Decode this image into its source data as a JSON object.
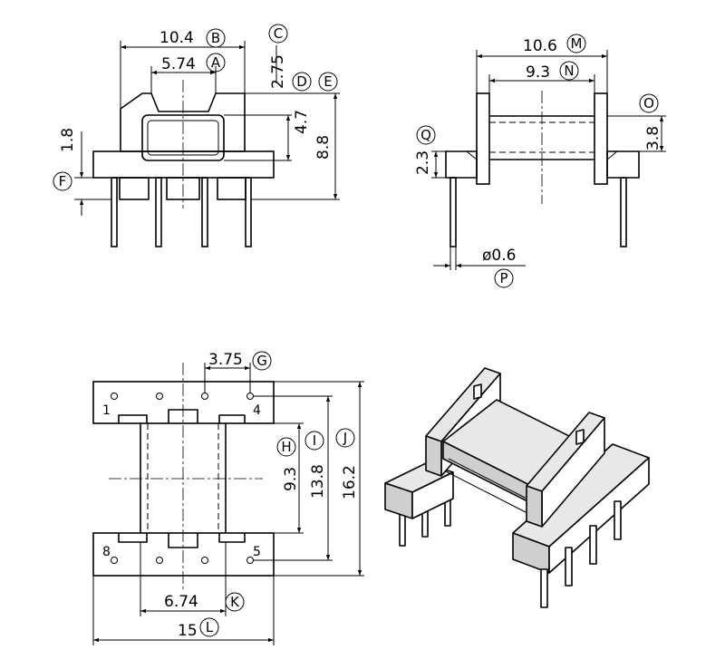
{
  "dimensions": {
    "A": "5.74",
    "B": "10.4",
    "C": "2.75",
    "D": "4.7",
    "E": "8.8",
    "F": "1.8",
    "G": "3.75",
    "H": "9.3",
    "I": "13.8",
    "J": "16.2",
    "K": "6.74",
    "L": "15",
    "M": "10.6",
    "N": "9.3",
    "O": "3.8",
    "P": "ø0.6",
    "Q": "2.3"
  },
  "callouts": [
    "A",
    "B",
    "C",
    "D",
    "E",
    "F",
    "G",
    "H",
    "I",
    "J",
    "K",
    "L",
    "M",
    "N",
    "O",
    "P",
    "Q"
  ],
  "pins": [
    "1",
    "4",
    "8",
    "5"
  ]
}
